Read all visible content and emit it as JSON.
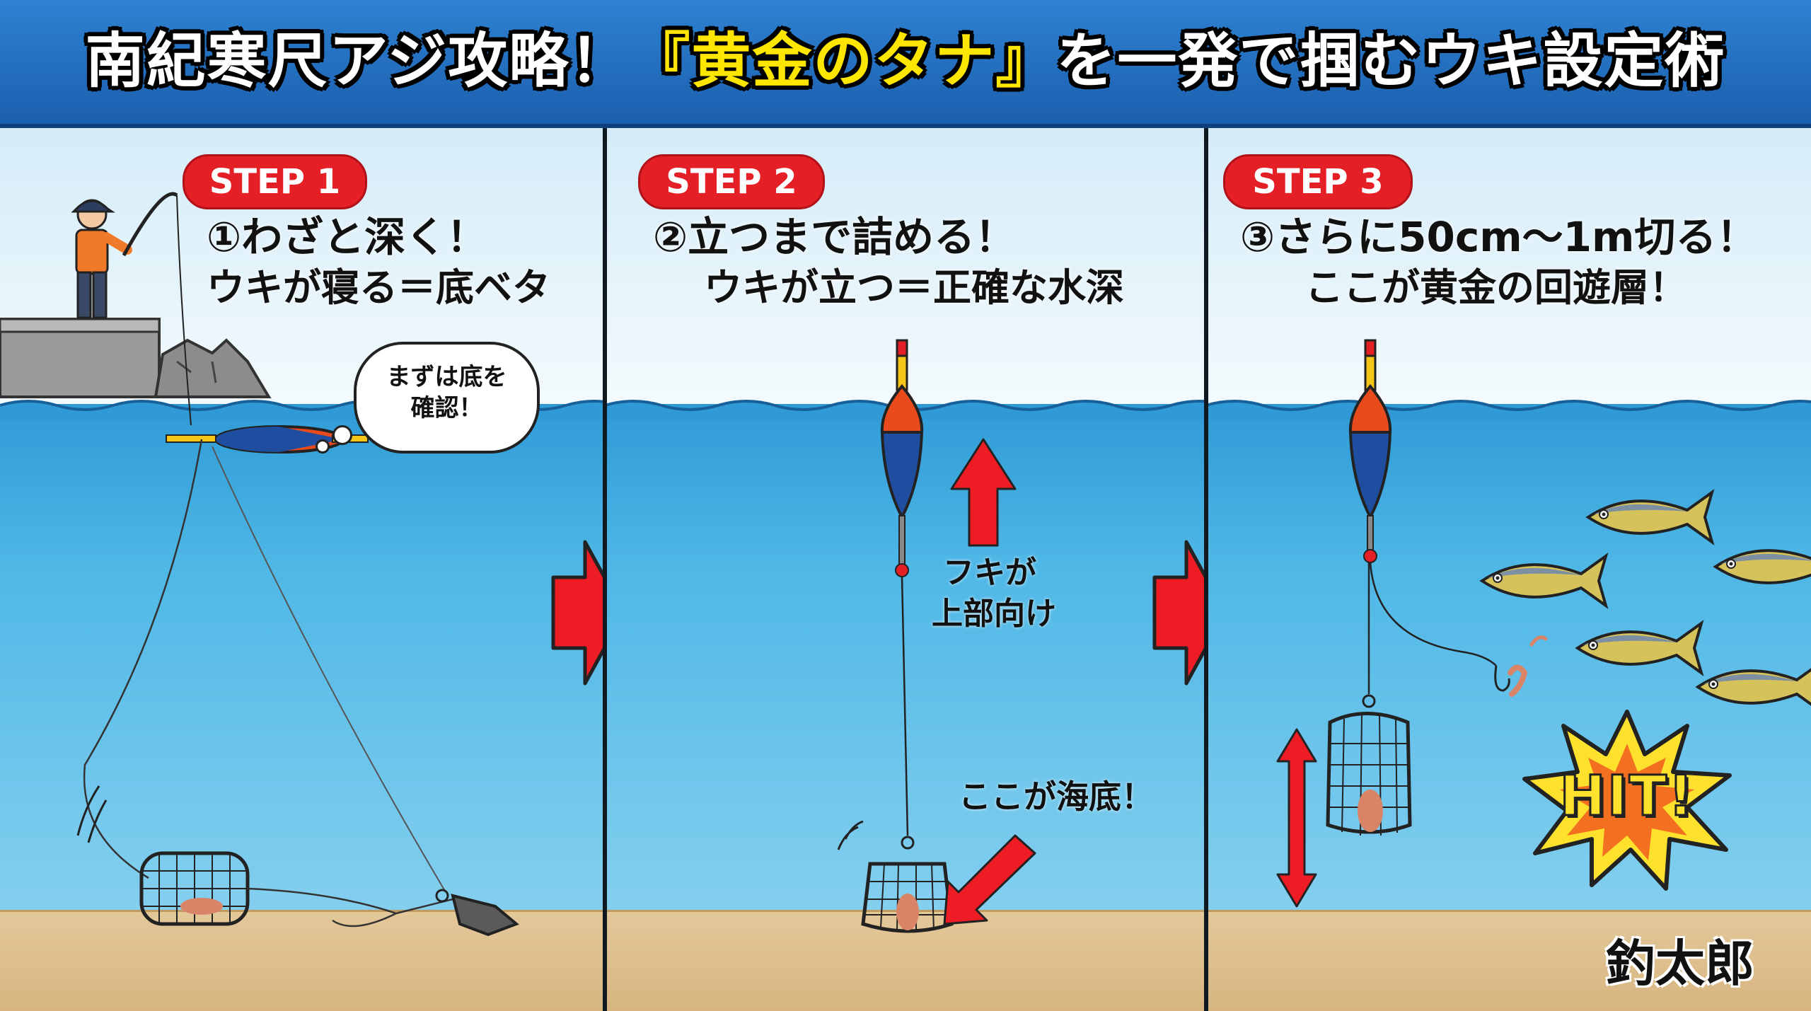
{
  "header": {
    "title_part1": "南紀寒尺アジ攻略！",
    "title_highlight": "『黄金のタナ』",
    "title_part2": "を一発で掴むウキ設定術"
  },
  "panels": [
    {
      "step_label": "STEP 1",
      "caption_line1": "①わざと深く！",
      "caption_line2": "ウキが寝る＝底ベタ",
      "bubble_text_line1": "まずは底を",
      "bubble_text_line2": "確認！"
    },
    {
      "step_label": "STEP 2",
      "caption_line1": "②立つまで詰める！",
      "caption_line2": "ウキが立つ＝正確な水深",
      "arrow_note_line1": "フキが",
      "arrow_note_line2": "上部向け",
      "seabed_note": "ここが海底！"
    },
    {
      "step_label": "STEP 3",
      "caption_line1": "③さらに50cm～1m切る！",
      "caption_line2": "ここが黄金の回遊層！",
      "hit_text": "HIT!"
    }
  ],
  "signature": "釣太郎",
  "colors": {
    "header_blue": "#1f6bbd",
    "step_red": "#e41f26",
    "highlight_yellow": "#ffe600",
    "arrow_red": "#ee1c25",
    "sea_blue": "#3aa6dc",
    "sand": "#dcbd88"
  }
}
